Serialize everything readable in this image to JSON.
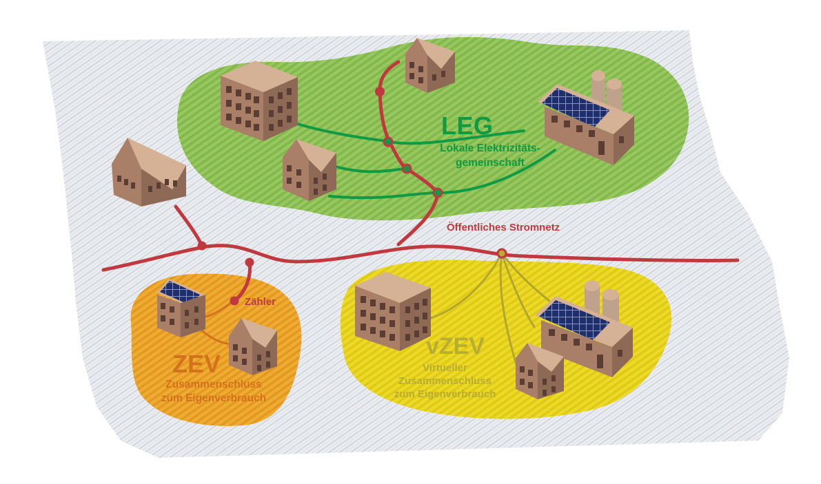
{
  "leg": {
    "title": "LEG",
    "subtitle_line1": "Lokale Elektrizitäts-",
    "subtitle_line2": "gemeinschaft"
  },
  "zev": {
    "title": "ZEV",
    "subtitle_line1": "Zusammenschluss",
    "subtitle_line2": "zum Eigenverbrauch"
  },
  "vzev": {
    "title": "vZEV",
    "subtitle_line1": "Virtueller",
    "subtitle_line2": "Zusammenschluss",
    "subtitle_line3": "zum Eigenverbrauch"
  },
  "grid": {
    "label": "Öffentliches Stromnetz"
  },
  "meter": {
    "label": "Zähler"
  },
  "colors": {
    "leg": "#0f9a43",
    "leg_area": "#8cc051",
    "zev": "#d4711c",
    "zev_area": "#eba72a",
    "vzev": "#b8ad33",
    "vzev_area": "#e8d71c",
    "grid_line": "#c0393f",
    "background_hatch": "#dfe3e8",
    "building_wall": "#a97f67",
    "building_roof": "#d5b295",
    "solar_panel": "#1f2f6e"
  }
}
